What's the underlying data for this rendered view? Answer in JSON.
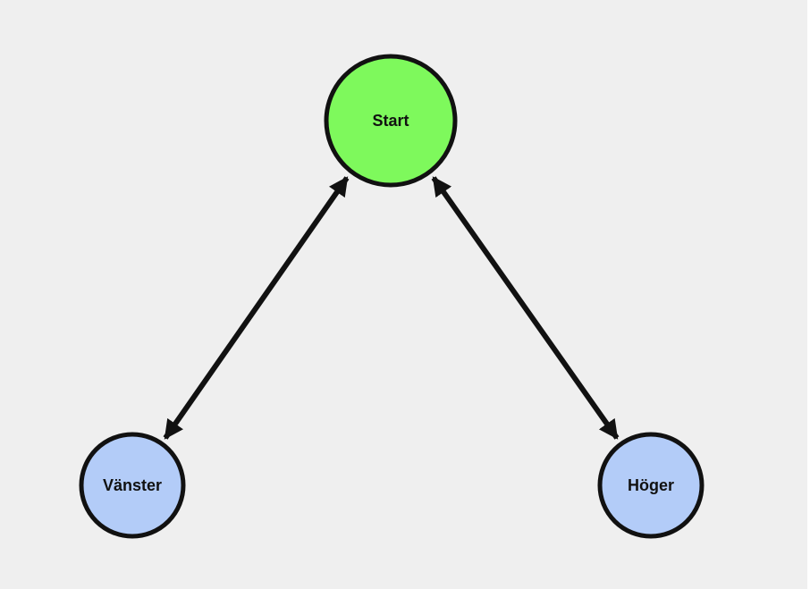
{
  "diagram": {
    "background": "#efefef",
    "stroke_color": "#111111",
    "nodes": {
      "start": {
        "label": "Start",
        "fill": "#7ef95c"
      },
      "left": {
        "label": "Vänster",
        "fill": "#b3ccf8"
      },
      "right": {
        "label": "Höger",
        "fill": "#b3ccf8"
      }
    },
    "edges": [
      {
        "from": "start",
        "to": "left",
        "bidirectional": true
      },
      {
        "from": "start",
        "to": "right",
        "bidirectional": true
      }
    ]
  }
}
